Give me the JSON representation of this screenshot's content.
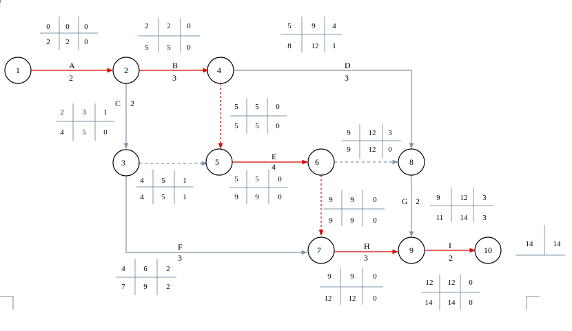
{
  "nodes": [
    {
      "id": "1",
      "label": "1"
    },
    {
      "id": "2",
      "label": "2"
    },
    {
      "id": "3",
      "label": "3"
    },
    {
      "id": "4",
      "label": "4"
    },
    {
      "id": "5",
      "label": "5"
    },
    {
      "id": "6",
      "label": "6"
    },
    {
      "id": "7",
      "label": "7"
    },
    {
      "id": "8",
      "label": "8"
    },
    {
      "id": "9",
      "label": "9"
    },
    {
      "id": "10",
      "label": "10"
    }
  ],
  "edges": [
    {
      "from": "1",
      "to": "2",
      "name": "A",
      "duration": "2",
      "critical": true,
      "dummy": false
    },
    {
      "from": "2",
      "to": "4",
      "name": "B",
      "duration": "3",
      "critical": true,
      "dummy": false
    },
    {
      "from": "2",
      "to": "3",
      "name": "C",
      "duration": "2",
      "critical": false,
      "dummy": false
    },
    {
      "from": "4",
      "to": "8",
      "name": "D",
      "duration": "3",
      "critical": false,
      "dummy": false
    },
    {
      "from": "5",
      "to": "6",
      "name": "E",
      "duration": "4",
      "critical": true,
      "dummy": false
    },
    {
      "from": "3",
      "to": "7",
      "name": "F",
      "duration": "3",
      "critical": false,
      "dummy": false
    },
    {
      "from": "8",
      "to": "9",
      "name": "G",
      "duration": "2",
      "critical": false,
      "dummy": false
    },
    {
      "from": "7",
      "to": "9",
      "name": "H",
      "duration": "3",
      "critical": true,
      "dummy": false
    },
    {
      "from": "9",
      "to": "10",
      "name": "I",
      "duration": "2",
      "critical": true,
      "dummy": false
    },
    {
      "from": "4",
      "to": "5",
      "name": "",
      "duration": "",
      "critical": true,
      "dummy": true
    },
    {
      "from": "3",
      "to": "5",
      "name": "",
      "duration": "",
      "critical": false,
      "dummy": true
    },
    {
      "from": "6",
      "to": "8",
      "name": "",
      "duration": "",
      "critical": false,
      "dummy": true
    },
    {
      "from": "6",
      "to": "7",
      "name": "",
      "duration": "",
      "critical": true,
      "dummy": true
    }
  ],
  "time_tables": [
    {
      "activity": "A",
      "top": [
        "0",
        "0",
        "0"
      ],
      "bottom": [
        "2",
        "2",
        "0"
      ]
    },
    {
      "activity": "B",
      "top": [
        "2",
        "2",
        "0"
      ],
      "bottom": [
        "5",
        "5",
        "0"
      ]
    },
    {
      "activity": "D",
      "top": [
        "5",
        "9",
        "4"
      ],
      "bottom": [
        "8",
        "12",
        "1"
      ]
    },
    {
      "activity": "C",
      "top": [
        "2",
        "3",
        "1"
      ],
      "bottom": [
        "4",
        "5",
        "0"
      ]
    },
    {
      "activity": "4-5",
      "top": [
        "5",
        "5",
        "0"
      ],
      "bottom": [
        "5",
        "5",
        "0"
      ]
    },
    {
      "activity": "6-8",
      "top": [
        "9",
        "12",
        "3"
      ],
      "bottom": [
        "9",
        "12",
        "0"
      ]
    },
    {
      "activity": "3-5",
      "top": [
        "4",
        "5",
        "1"
      ],
      "bottom": [
        "4",
        "5",
        "1"
      ]
    },
    {
      "activity": "E",
      "top": [
        "5",
        "5",
        "0"
      ],
      "bottom": [
        "9",
        "9",
        "0"
      ]
    },
    {
      "activity": "6-7",
      "top": [
        "9",
        "9",
        "0"
      ],
      "bottom": [
        "9",
        "9",
        "0"
      ]
    },
    {
      "activity": "G",
      "top": [
        "9",
        "12",
        "3"
      ],
      "bottom": [
        "11",
        "14",
        "3"
      ]
    },
    {
      "activity": "F",
      "top": [
        "4",
        "6",
        "2"
      ],
      "bottom": [
        "7",
        "9",
        "2"
      ]
    },
    {
      "activity": "H",
      "top": [
        "9",
        "9",
        "0"
      ],
      "bottom": [
        "12",
        "12",
        "0"
      ]
    },
    {
      "activity": "I",
      "top": [
        "12",
        "12",
        "0"
      ],
      "bottom": [
        "14",
        "14",
        "0"
      ]
    }
  ],
  "total": {
    "left": "14",
    "right": "14"
  },
  "colors": {
    "critical": "#e00000",
    "normal": "#7f97a8",
    "node_stroke": "#000000"
  }
}
